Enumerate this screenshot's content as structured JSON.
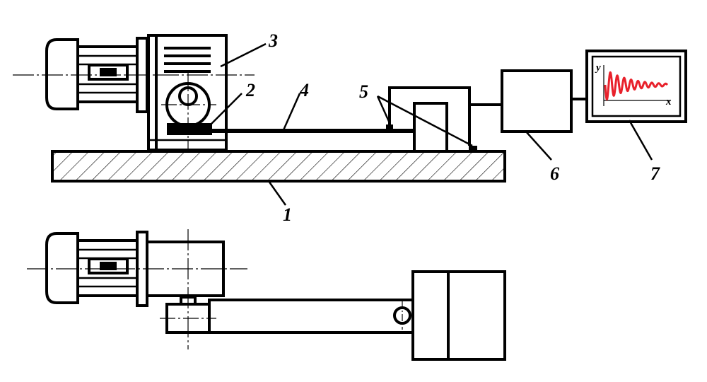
{
  "labels": {
    "l1": "1",
    "l2": "2",
    "l3": "3",
    "l4": "4",
    "l5": "5",
    "l6": "6",
    "l7": "7"
  },
  "monitor": {
    "x_axis": "x",
    "y_axis": "y",
    "signal_color": "#e8212b"
  }
}
